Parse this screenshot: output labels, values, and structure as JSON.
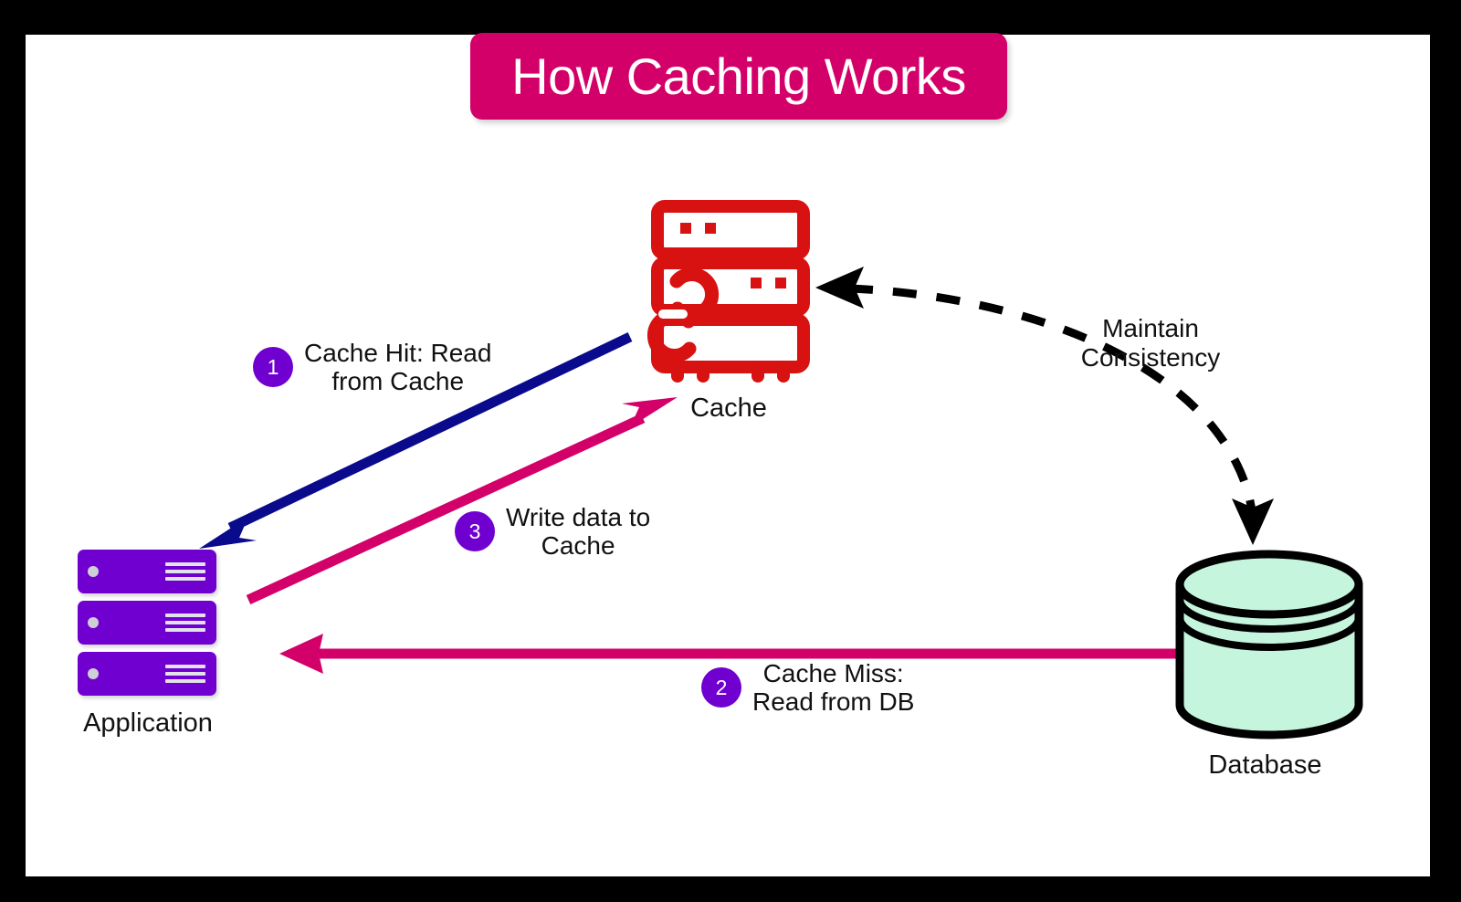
{
  "canvas": {
    "background_color": "#ffffff",
    "frame_color": "#000000"
  },
  "header": {
    "title": "How Caching Works",
    "banner_color": "#d4006a",
    "title_color": "#ffffff"
  },
  "nodes": [
    {
      "id": "application",
      "label": "Application",
      "icon": "server-stack-icon",
      "color": "#7000d0"
    },
    {
      "id": "cache",
      "label": "Cache",
      "icon": "cache-server-link-icon",
      "color": "#d81111"
    },
    {
      "id": "database",
      "label": "Database",
      "icon": "database-cylinder-icon",
      "color": "#c5f5dd"
    }
  ],
  "steps": [
    {
      "number": "1",
      "text": "Cache Hit: Read\nfrom Cache",
      "badge_color": "#7000d0",
      "arrow_color": "#0a0a8c",
      "from": "cache",
      "to": "application"
    },
    {
      "number": "2",
      "text": "Cache Miss:\nRead from DB",
      "badge_color": "#7000d0",
      "arrow_color": "#d4006a",
      "from": "database",
      "to": "application"
    },
    {
      "number": "3",
      "text": "Write data to\nCache",
      "badge_color": "#7000d0",
      "arrow_color": "#d4006a",
      "from": "application",
      "to": "cache"
    }
  ],
  "annotations": [
    {
      "id": "maintain-consistency",
      "text": "Maintain\nConsistency",
      "style": "dashed-curved-arrow",
      "arrow_color": "#000000",
      "from": "database",
      "to": "cache"
    }
  ]
}
